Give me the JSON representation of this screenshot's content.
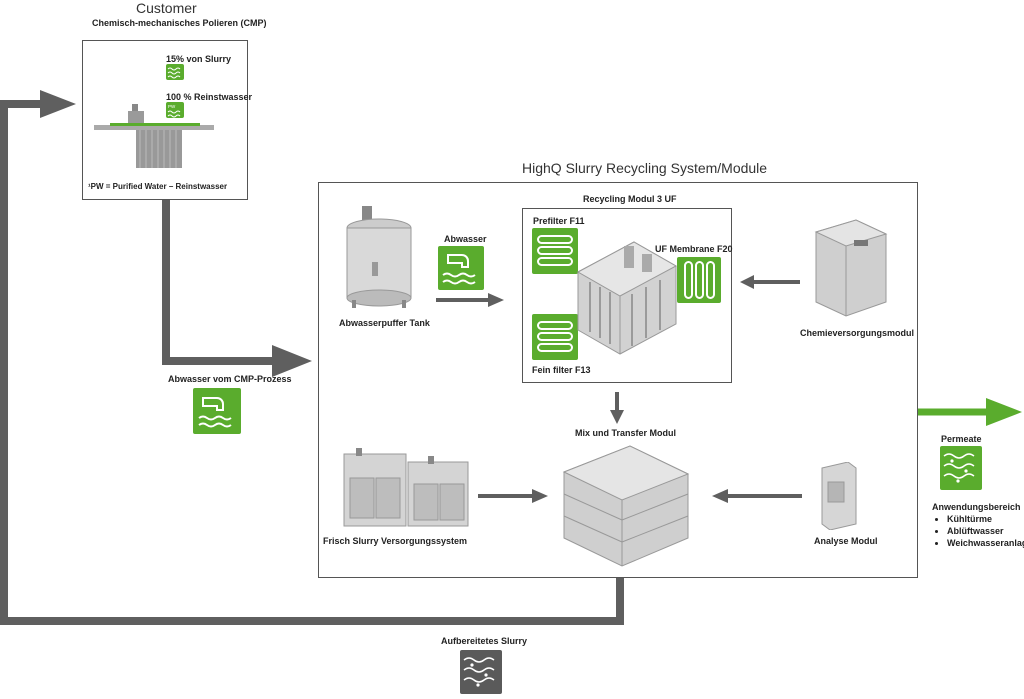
{
  "customer": {
    "title": "Customer",
    "subtitle": "Chemisch-mechanisches Polieren (CMP)",
    "slurry_label": "15% von Slurry",
    "water_label": "100 % Reinstwasser",
    "pw_tag": "PW",
    "footnote": "¹PW = Purified Water – Reinstwasser"
  },
  "system": {
    "title": "HighQ Slurry Recycling System/Module",
    "recycling_title": "Recycling Modul 3 UF",
    "prefilter": "Prefilter F11",
    "uf_membrane": "UF Membrane F20",
    "fein_filter": "Fein filter F13",
    "abwasser": "Abwasser",
    "tank": "Abwasserpuffer Tank",
    "chemie": "Chemieversorgungsmodul",
    "mix": "Mix und Transfer Modul",
    "frisch": "Frisch Slurry Versorgungssystem",
    "analyse": "Analyse Modul"
  },
  "inflow_label": "Abwasser vom CMP-Prozess",
  "return_label": "Aufbereitetes Slurry",
  "permeate": {
    "title": "Permeate",
    "use_title": "Anwendungsbereich",
    "uses": [
      "Kühltürme",
      "Ablüftwasser",
      "Weichwasseranlage"
    ]
  },
  "colors": {
    "green": "#5aac2d",
    "arrow_gray": "#5f5f5f",
    "dark_icon": "#5a5a5a"
  }
}
